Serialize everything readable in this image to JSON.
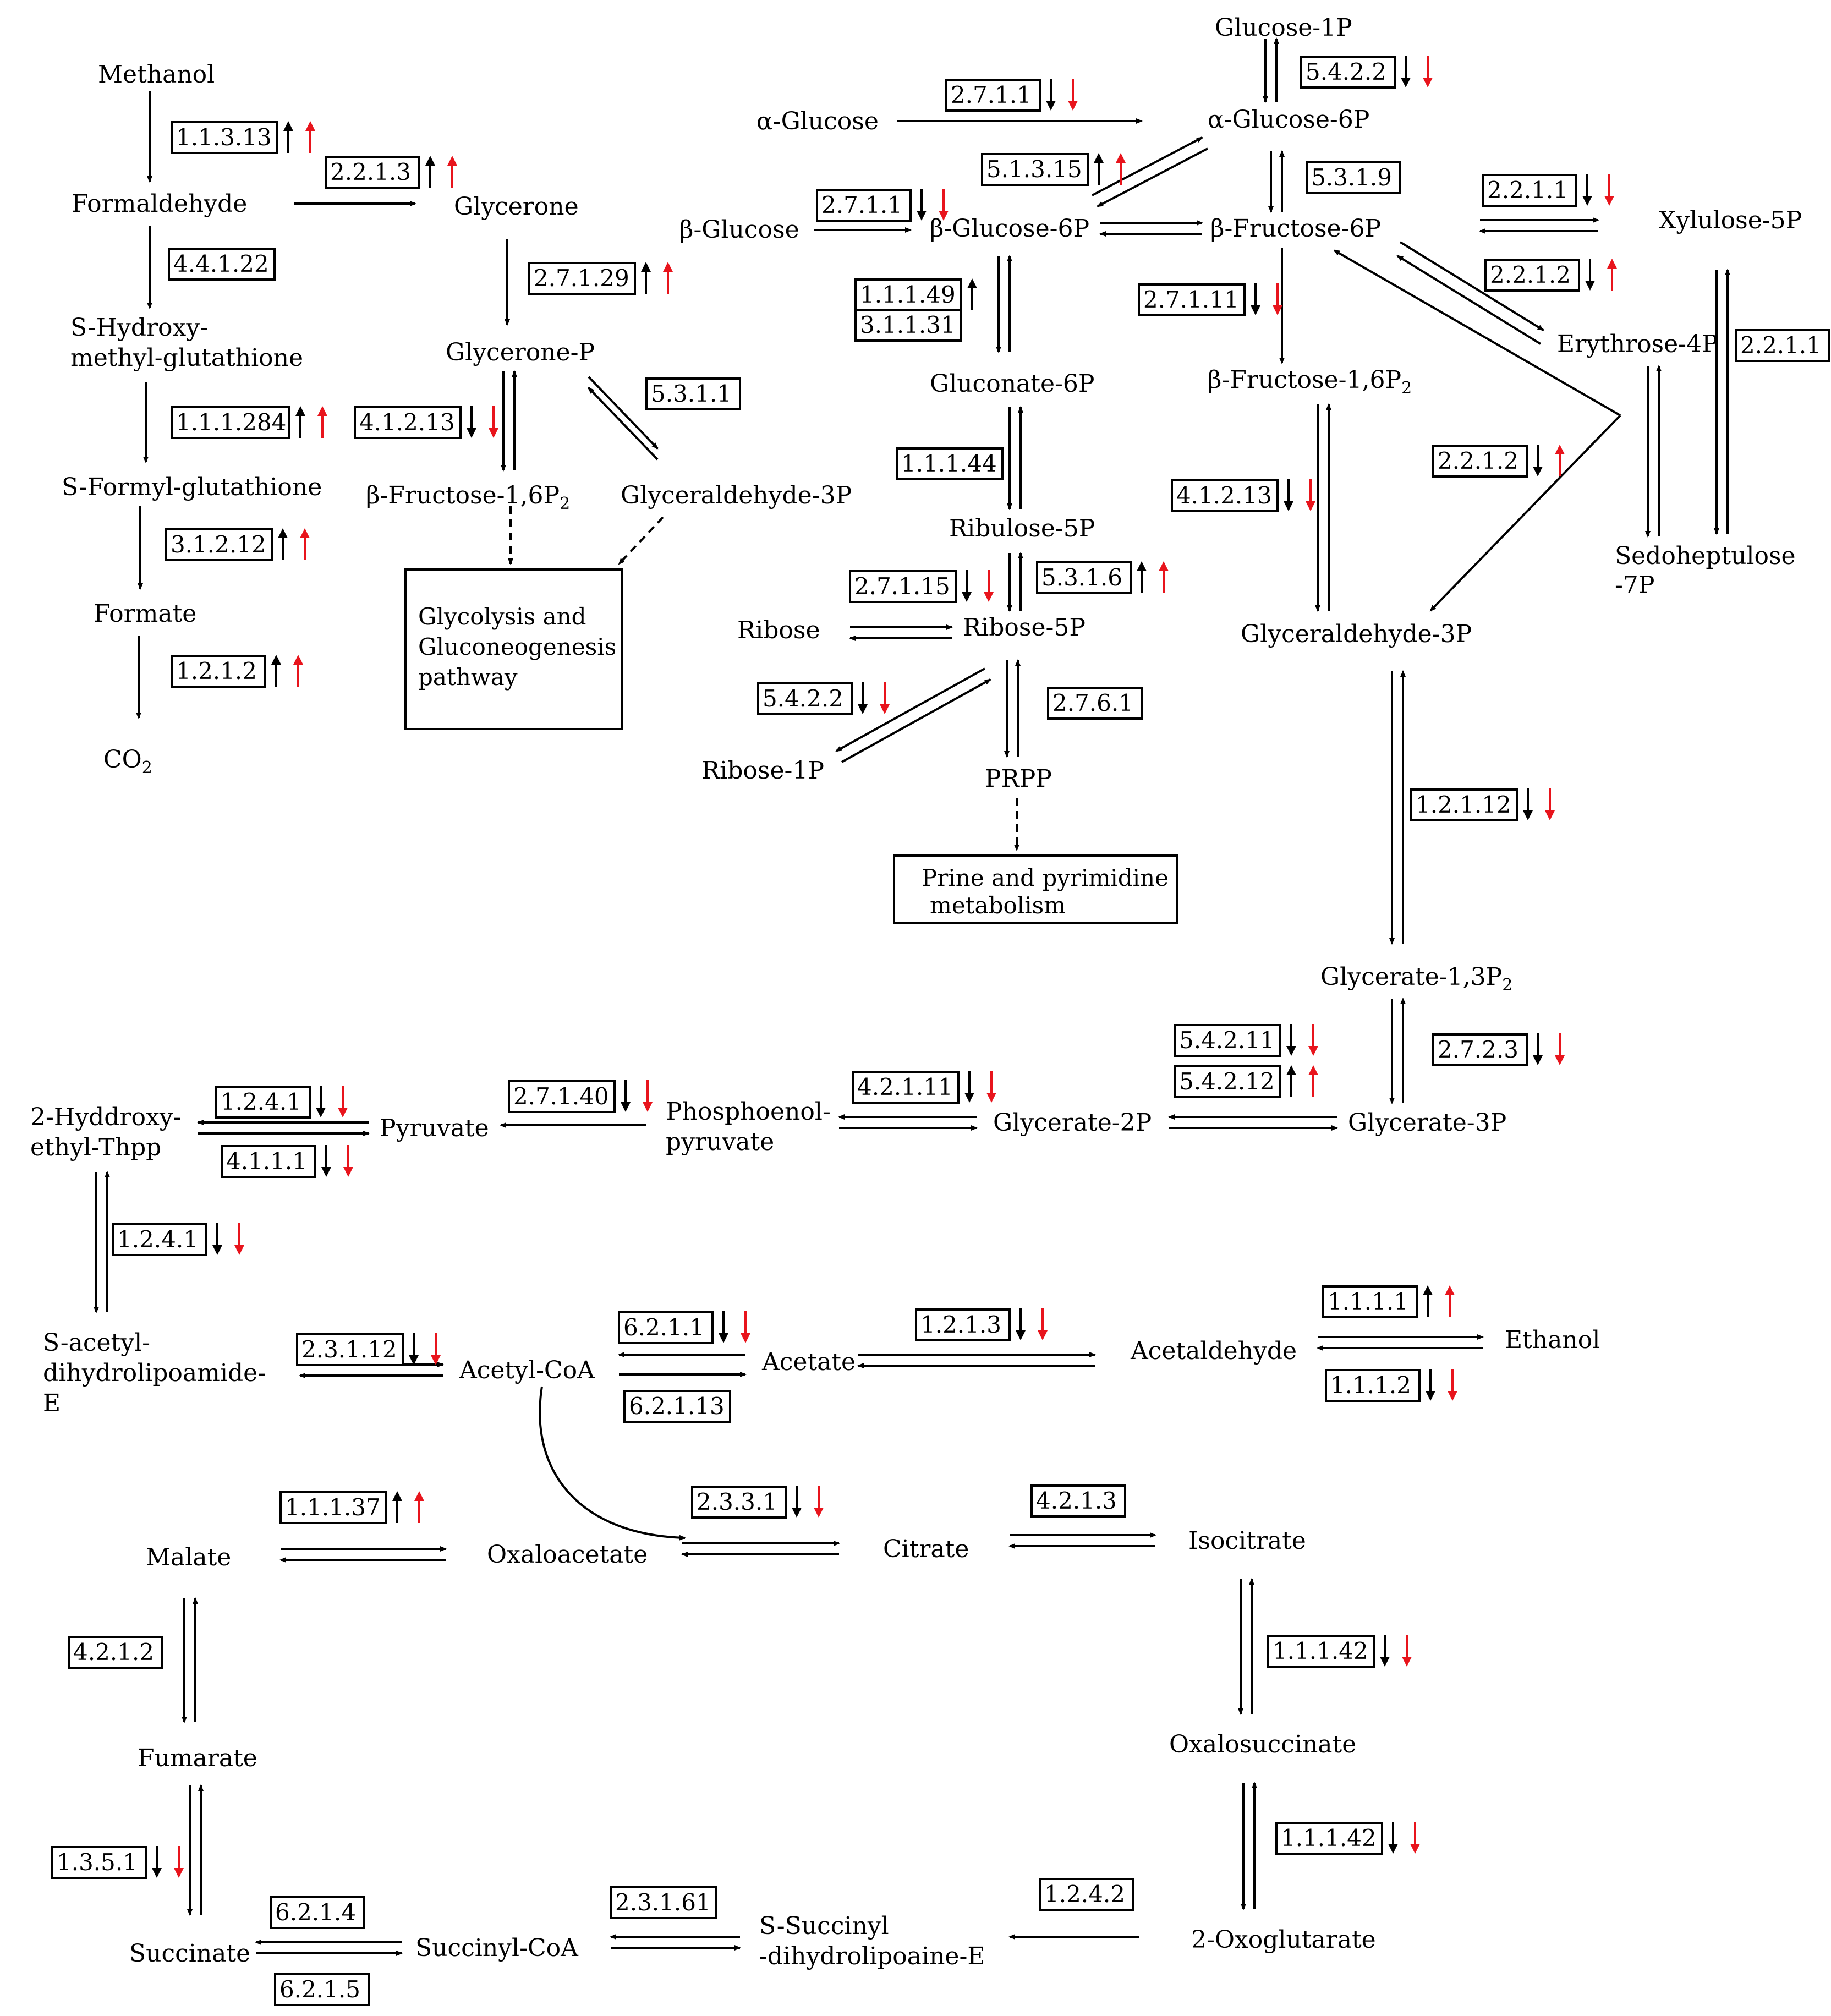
{
  "metabolites": {
    "methanol": "Methanol",
    "formaldehyde": "Formaldehyde",
    "s_hydroxy_1": "S-Hydroxy-",
    "s_hydroxy_2": "methyl-glutathione",
    "s_formyl": "S-Formyl-glutathione",
    "formate": "Formate",
    "co2": "CO",
    "co2_sub": "2",
    "glycerone": "Glycerone",
    "glycerone_p": "Glycerone-P",
    "fructose16p2_left": "β-Fructose-1,6P",
    "fructose16p2_left_sub": "2",
    "glyceraldehyde3p_left": "Glyceraldehyde-3P",
    "alpha_glucose": "α-Glucose",
    "beta_glucose": "β-Glucose",
    "glucose_1p": "Glucose-1P",
    "alpha_glucose_6p": "α-Glucose-6P",
    "beta_glucose_6p": "β-Glucose-6P",
    "beta_fructose_6p": "β-Fructose-6P",
    "xylulose_5p": "Xylulose-5P",
    "erythrose_4p": "Erythrose-4P",
    "sedoheptulose_1": "Sedoheptulose",
    "sedoheptulose_2": "-7P",
    "gluconate_6p": "Gluconate-6P",
    "fructose16p2_right": "β-Fructose-1,6P",
    "fructose16p2_right_sub": "2",
    "ribulose_5p": "Ribulose-5P",
    "ribose": "Ribose",
    "ribose_5p": "Ribose-5P",
    "ribose_1p": "Ribose-1P",
    "prpp": "PRPP",
    "glyceraldehyde3p_right": "Glyceraldehyde-3P",
    "glycerate_13p2": "Glycerate-1,3P",
    "glycerate_13p2_sub": "2",
    "glycerate_3p": "Glycerate-3P",
    "glycerate_2p": "Glycerate-2P",
    "pep_1": "Phosphoenol-",
    "pep_2": "pyruvate",
    "pyruvate": "Pyruvate",
    "hydroxyethyl_1": "2-Hyddroxy-",
    "hydroxyethyl_2": "ethyl-Thpp",
    "sacetyl_1": "S-acetyl-",
    "sacetyl_2": "dihydrolipoamide-",
    "sacetyl_3": "E",
    "acetyl_coa": "Acetyl-CoA",
    "acetate": "Acetate",
    "acetaldehyde": "Acetaldehyde",
    "ethanol": "Ethanol",
    "malate": "Malate",
    "oxaloacetate": "Oxaloacetate",
    "citrate": "Citrate",
    "isocitrate": "Isocitrate",
    "oxalosuccinate": "Oxalosuccinate",
    "oxoglutarate": "2-Oxoglutarate",
    "fumarate": "Fumarate",
    "succinate": "Succinate",
    "succinyl_coa": "Succinyl-CoA",
    "ssuccinyl_1": "S-Succinyl",
    "ssuccinyl_2": "-dihydrolipoaine-E"
  },
  "pathway_boxes": {
    "glycolysis_1": "Glycolysis and",
    "glycolysis_2": "Gluconeogenesis",
    "glycolysis_3": "pathway",
    "purine_1": "Prine and pyrimidine",
    "purine_2": "metabolism"
  },
  "enzymes": [
    {
      "id": "1.1.3.13",
      "arrows": [
        "up",
        "up"
      ]
    },
    {
      "id": "2.2.1.3",
      "arrows": [
        "up",
        "up"
      ]
    },
    {
      "id": "4.4.1.22",
      "arrows": []
    },
    {
      "id": "1.1.1.284",
      "arrows": [
        "up",
        "up"
      ]
    },
    {
      "id": "3.1.2.12",
      "arrows": [
        "up",
        "up"
      ]
    },
    {
      "id": "1.2.1.2",
      "arrows": [
        "up",
        "up"
      ]
    },
    {
      "id": "2.7.1.29",
      "arrows": [
        "up",
        "up"
      ]
    },
    {
      "id": "4.1.2.13",
      "arrows": [
        "down",
        "down"
      ]
    },
    {
      "id": "5.3.1.1",
      "arrows": []
    },
    {
      "id": "2.7.1.1",
      "arrows": [
        "down",
        "down"
      ]
    },
    {
      "id": "5.4.2.2",
      "arrows": [
        "down",
        "down"
      ]
    },
    {
      "id": "5.1.3.15",
      "arrows": [
        "up",
        "up"
      ]
    },
    {
      "id": "2.7.1.1",
      "arrows": [
        "down",
        "down"
      ]
    },
    {
      "id": "5.3.1.9",
      "arrows": []
    },
    {
      "id": "2.2.1.1",
      "arrows": [
        "down",
        "down"
      ]
    },
    {
      "id": "2.2.1.2",
      "arrows": [
        "down",
        "up"
      ]
    },
    {
      "id": "1.1.1.49",
      "arrows": [
        "up"
      ]
    },
    {
      "id": "3.1.1.31",
      "arrows": []
    },
    {
      "id": "2.7.1.11",
      "arrows": [
        "down",
        "down"
      ]
    },
    {
      "id": "2.2.1.1",
      "arrows": []
    },
    {
      "id": "2.2.1.2",
      "arrows": [
        "down",
        "up"
      ]
    },
    {
      "id": "1.1.1.44",
      "arrows": []
    },
    {
      "id": "4.1.2.13",
      "arrows": [
        "down",
        "down"
      ]
    },
    {
      "id": "2.7.1.15",
      "arrows": [
        "down",
        "down"
      ]
    },
    {
      "id": "5.3.1.6",
      "arrows": [
        "up",
        "up"
      ]
    },
    {
      "id": "5.4.2.2",
      "arrows": [
        "down",
        "down"
      ]
    },
    {
      "id": "2.7.6.1",
      "arrows": []
    },
    {
      "id": "1.2.1.12",
      "arrows": [
        "down",
        "down"
      ]
    },
    {
      "id": "5.4.2.11",
      "arrows": [
        "down",
        "down"
      ]
    },
    {
      "id": "5.4.2.12",
      "arrows": [
        "up",
        "up"
      ]
    },
    {
      "id": "2.7.2.3",
      "arrows": [
        "down",
        "down"
      ]
    },
    {
      "id": "4.2.1.11",
      "arrows": [
        "down",
        "down"
      ]
    },
    {
      "id": "2.7.1.40",
      "arrows": [
        "down",
        "down"
      ]
    },
    {
      "id": "1.2.4.1",
      "arrows": [
        "down",
        "down"
      ]
    },
    {
      "id": "4.1.1.1",
      "arrows": [
        "down",
        "down"
      ]
    },
    {
      "id": "1.2.4.1",
      "arrows": [
        "down",
        "down"
      ]
    },
    {
      "id": "2.3.1.12",
      "arrows": [
        "down",
        "down"
      ]
    },
    {
      "id": "6.2.1.1",
      "arrows": [
        "down",
        "down"
      ]
    },
    {
      "id": "6.2.1.13",
      "arrows": []
    },
    {
      "id": "1.2.1.3",
      "arrows": [
        "down",
        "down"
      ]
    },
    {
      "id": "1.1.1.1",
      "arrows": [
        "up",
        "up"
      ]
    },
    {
      "id": "1.1.1.2",
      "arrows": [
        "down",
        "down"
      ]
    },
    {
      "id": "1.1.1.37",
      "arrows": [
        "up",
        "up"
      ]
    },
    {
      "id": "2.3.3.1",
      "arrows": [
        "down",
        "down"
      ]
    },
    {
      "id": "4.2.1.3",
      "arrows": []
    },
    {
      "id": "1.1.1.42",
      "arrows": [
        "down",
        "down"
      ]
    },
    {
      "id": "4.2.1.2",
      "arrows": []
    },
    {
      "id": "1.1.1.42",
      "arrows": [
        "down",
        "down"
      ]
    },
    {
      "id": "1.3.5.1",
      "arrows": [
        "down",
        "down"
      ]
    },
    {
      "id": "6.2.1.4",
      "arrows": []
    },
    {
      "id": "6.2.1.5",
      "arrows": []
    },
    {
      "id": "2.3.1.61",
      "arrows": []
    },
    {
      "id": "1.2.4.2",
      "arrows": []
    }
  ],
  "colors": {
    "line": "#000000",
    "up_down_primary": "#000000",
    "up_down_secondary": "#e8141c"
  }
}
